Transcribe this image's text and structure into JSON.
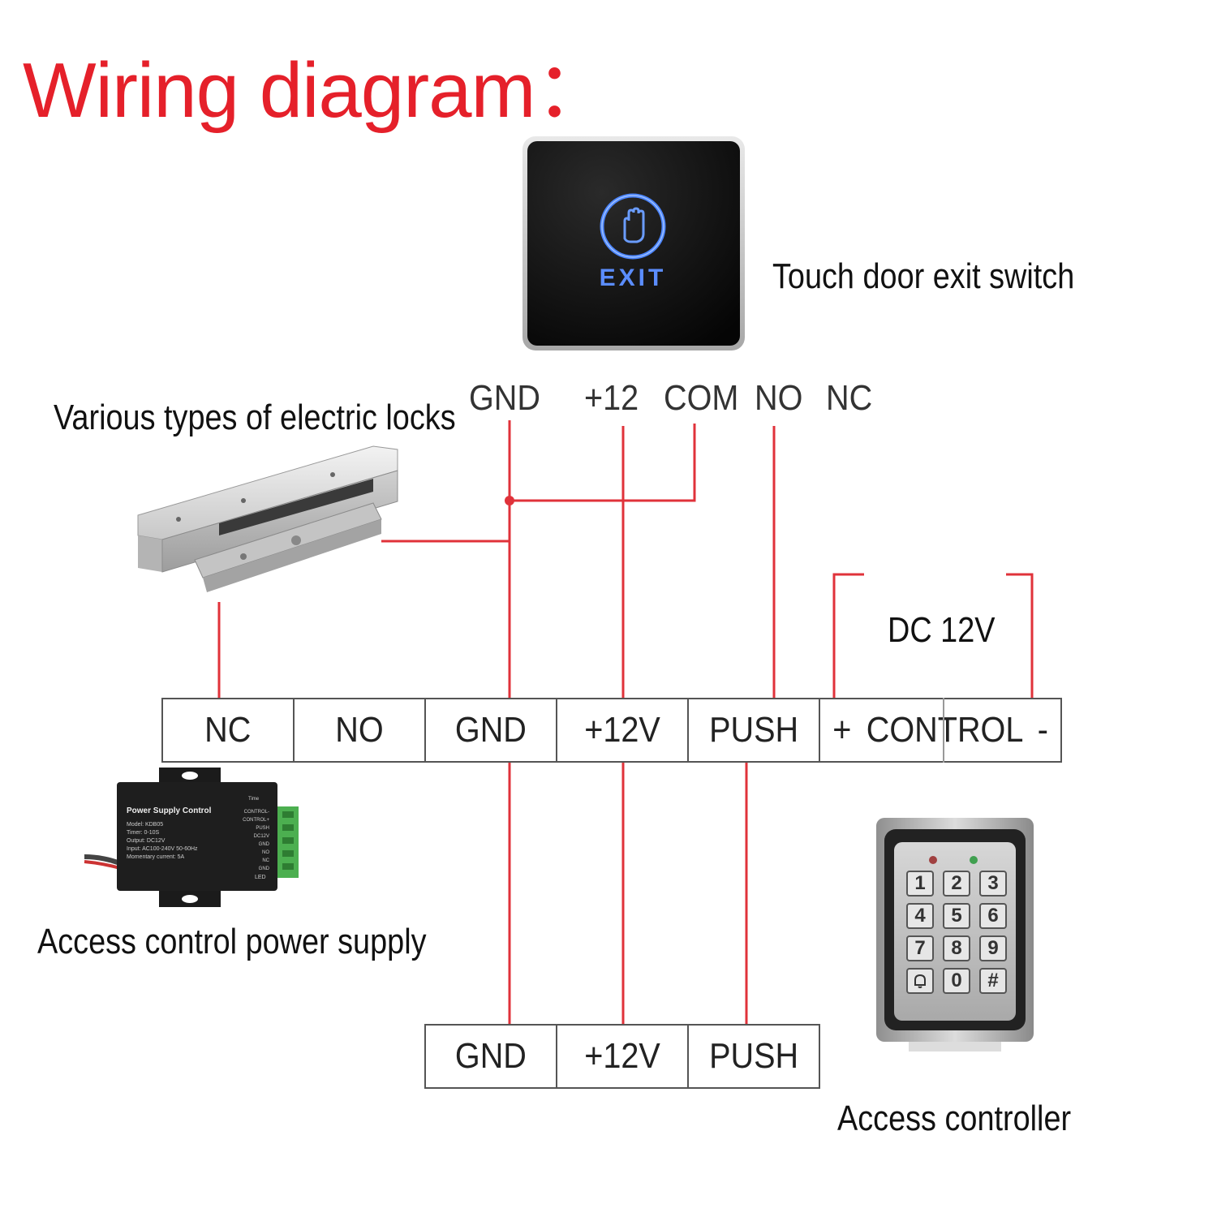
{
  "title": "Wiring diagram：",
  "colors": {
    "title": "#e5202a",
    "wire": "#e0323a",
    "exit_glow": "#3f7dff"
  },
  "exit_switch": {
    "label": "Touch door exit switch",
    "button_text": "EXIT",
    "icon": "hand-icon",
    "terminals": [
      "GND",
      "+12",
      "COM",
      "NO",
      "NC"
    ]
  },
  "lock": {
    "label": "Various types of electric locks"
  },
  "dc_label": "DC 12V",
  "power_supply": {
    "label": "Access control power supply",
    "device": {
      "name": "Power Supply Control",
      "specs": [
        "Model: KDB05",
        "Timer: 0-10S",
        "Output: DC12V",
        "Input: AC100-240V 50-60Hz",
        "Momentary current: 5A"
      ],
      "timer_label": "Time",
      "pins": [
        "CONTROL-",
        "CONTROL+",
        "PUSH",
        "DC12V",
        "GND",
        "NO",
        "NC",
        "GND"
      ],
      "led": "LED"
    },
    "terminals": [
      "NC",
      "NO",
      "GND",
      "+12V",
      "PUSH",
      "+",
      "CONTROL",
      "-"
    ]
  },
  "controller": {
    "label": "Access controller",
    "terminals": [
      "GND",
      "+12V",
      "PUSH"
    ],
    "keypad": [
      "1",
      "2",
      "3",
      "4",
      "5",
      "6",
      "7",
      "8",
      "9",
      "bell-icon",
      "0",
      "#"
    ]
  }
}
